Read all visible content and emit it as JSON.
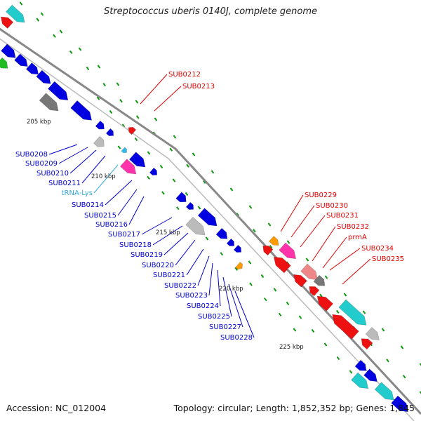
{
  "title": "Streptococcus uberis 0140J, complete genome",
  "footer": {
    "accession": "Accession: NC_012004",
    "summary": "Topology: circular; Length: 1,852,352 bp; Genes: 1,845"
  },
  "colors": {
    "backbone": "#888888",
    "cds_forward": "#0000e0",
    "cds_reverse": "#ee1111",
    "trna": "#33bbee",
    "pseudogene": "#ff33aa",
    "gray_feature": "#777777",
    "light_gray_feature": "#bbbbbb",
    "cyan_feature": "#22cccc",
    "orange_feature": "#ff9900",
    "salmon_feature": "#ee8888",
    "green_feature": "#22bb22",
    "tick": "#119911",
    "label_blue": "#0000cc",
    "label_red": "#dd0000",
    "label_cyan": "#33aadd"
  },
  "ruler_labels": [
    {
      "id": "r205",
      "text": "205 kbp"
    },
    {
      "id": "r210",
      "text": "210 kbp"
    },
    {
      "id": "r215",
      "text": "215 kbp"
    },
    {
      "id": "r220",
      "text": "220 kbp"
    },
    {
      "id": "r225",
      "text": "225 kbp"
    }
  ],
  "gene_labels_red": [
    {
      "id": "SUB0212",
      "text": "SUB0212"
    },
    {
      "id": "SUB0213",
      "text": "SUB0213"
    },
    {
      "id": "SUB0229",
      "text": "SUB0229"
    },
    {
      "id": "SUB0230",
      "text": "SUB0230"
    },
    {
      "id": "SUB0231",
      "text": "SUB0231"
    },
    {
      "id": "SUB0232",
      "text": "SUB0232"
    },
    {
      "id": "prmA",
      "text": "prmA"
    },
    {
      "id": "SUB0234",
      "text": "SUB0234"
    },
    {
      "id": "SUB0235",
      "text": "SUB0235"
    }
  ],
  "gene_labels_blue": [
    {
      "id": "SUB0208",
      "text": "SUB0208"
    },
    {
      "id": "SUB0209",
      "text": "SUB0209"
    },
    {
      "id": "SUB0210",
      "text": "SUB0210"
    },
    {
      "id": "SUB0211",
      "text": "SUB0211"
    },
    {
      "id": "tRNA-Lys",
      "text": "tRNA-Lys"
    },
    {
      "id": "SUB0214",
      "text": "SUB0214"
    },
    {
      "id": "SUB0215",
      "text": "SUB0215"
    },
    {
      "id": "SUB0216",
      "text": "SUB0216"
    },
    {
      "id": "SUB0217",
      "text": "SUB0217"
    },
    {
      "id": "SUB0218",
      "text": "SUB0218"
    },
    {
      "id": "SUB0219",
      "text": "SUB0219"
    },
    {
      "id": "SUB0220",
      "text": "SUB0220"
    },
    {
      "id": "SUB0221",
      "text": "SUB0221"
    },
    {
      "id": "SUB0222",
      "text": "SUB0222"
    },
    {
      "id": "SUB0223",
      "text": "SUB0223"
    },
    {
      "id": "SUB0224",
      "text": "SUB0224"
    },
    {
      "id": "SUB0225",
      "text": "SUB0225"
    },
    {
      "id": "SUB0227",
      "text": "SUB0227"
    },
    {
      "id": "SUB0228",
      "text": "SUB0228"
    }
  ]
}
